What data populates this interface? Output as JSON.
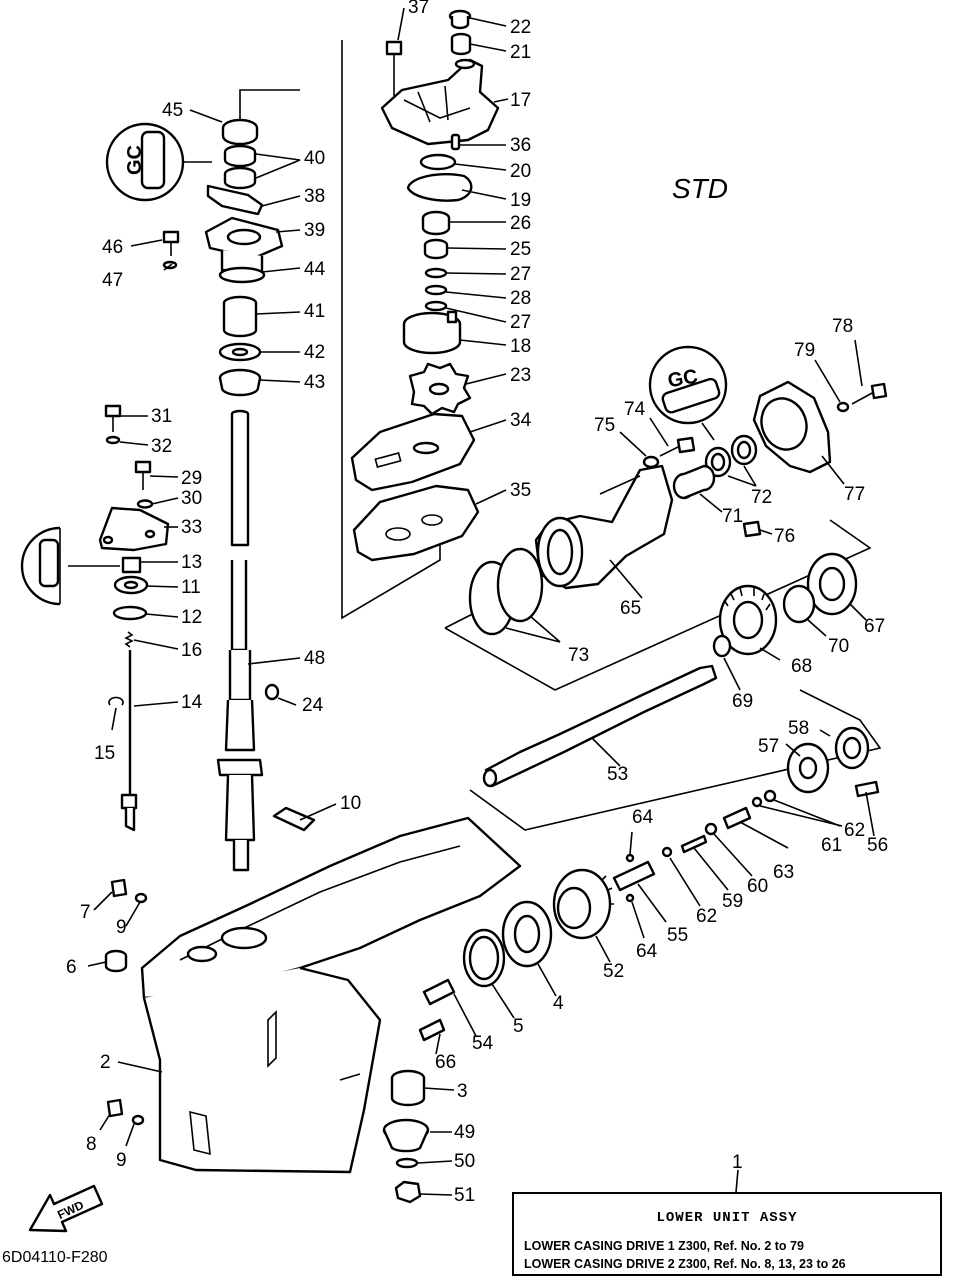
{
  "variant_label": "STD",
  "diagram_code": "6D04110-F280",
  "fwd_label": "FWD",
  "gc_label": "GC",
  "callouts": [
    "1",
    "2",
    "3",
    "4",
    "5",
    "6",
    "7",
    "8",
    "9",
    "9",
    "10",
    "11",
    "12",
    "13",
    "14",
    "15",
    "16",
    "17",
    "18",
    "19",
    "20",
    "21",
    "22",
    "23",
    "24",
    "25",
    "26",
    "27",
    "27",
    "28",
    "29",
    "30",
    "31",
    "32",
    "33",
    "34",
    "35",
    "36",
    "37",
    "38",
    "39",
    "40",
    "41",
    "42",
    "43",
    "44",
    "45",
    "46",
    "47",
    "48",
    "49",
    "50",
    "51",
    "52",
    "53",
    "54",
    "55",
    "56",
    "57",
    "58",
    "59",
    "60",
    "61",
    "62",
    "62",
    "63",
    "64",
    "64",
    "65",
    "66",
    "67",
    "68",
    "69",
    "70",
    "71",
    "72",
    "73",
    "74",
    "75",
    "76",
    "77",
    "78",
    "79"
  ],
  "assembly_box": {
    "title": "LOWER UNIT ASSY",
    "lines": [
      "LOWER CASING DRIVE 1 Z300,  Ref. No. 2 to 79",
      "LOWER CASING DRIVE 2 Z300,  Ref. No. 8, 13,  23 to 26"
    ]
  }
}
